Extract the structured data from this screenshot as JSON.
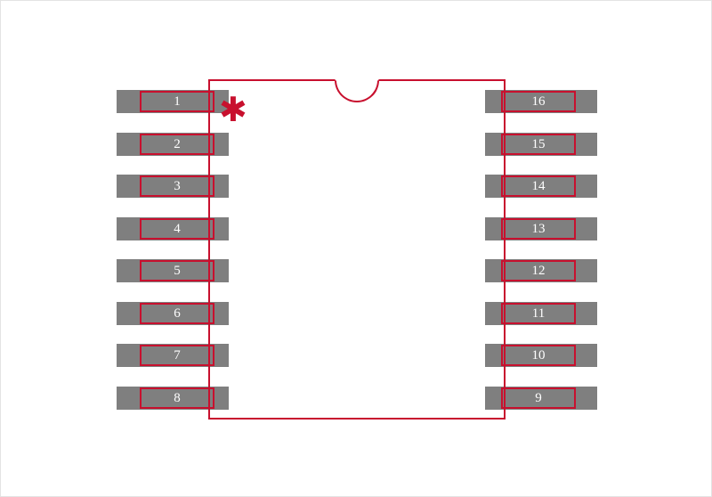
{
  "footprint": {
    "pins": {
      "left": [
        "1",
        "2",
        "3",
        "4",
        "5",
        "6",
        "7",
        "8"
      ],
      "right": [
        "16",
        "15",
        "14",
        "13",
        "12",
        "11",
        "10",
        "9"
      ]
    },
    "pin1_marker": "✱",
    "colors": {
      "outline": "#c8102e",
      "pad": "#7f7f7f",
      "pin_text": "#ffffff",
      "background": "#ffffff"
    }
  }
}
